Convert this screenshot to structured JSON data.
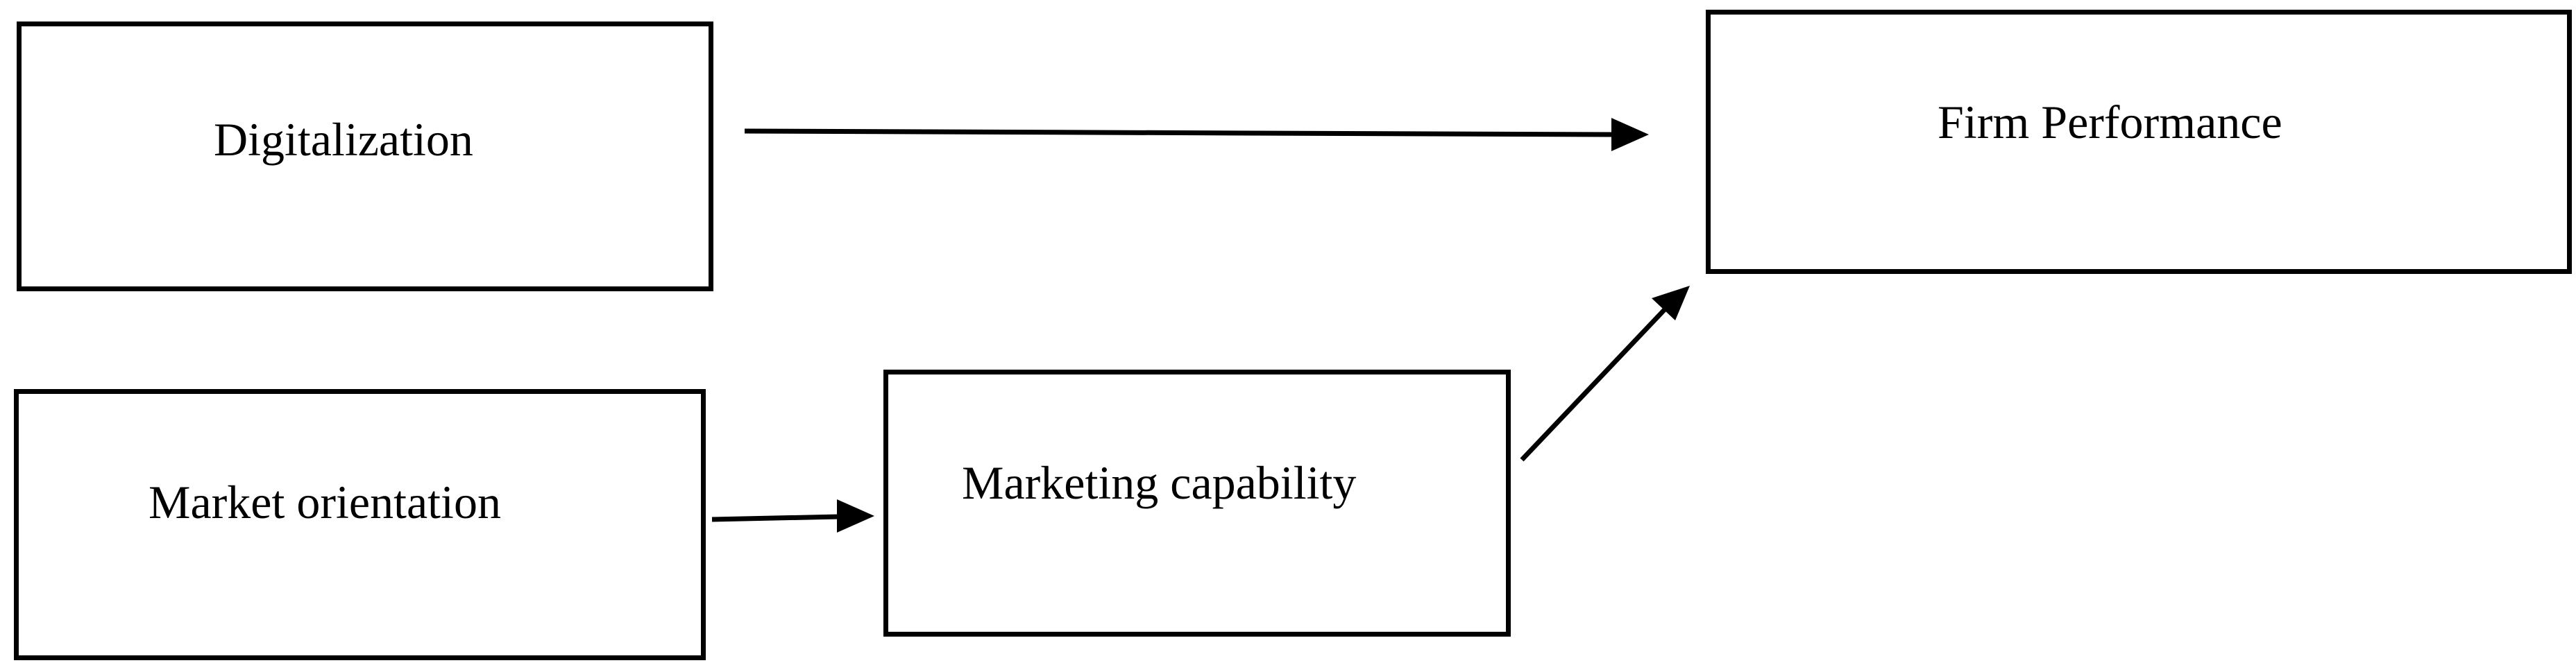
{
  "diagram": {
    "nodes": {
      "digitalization": {
        "label": "Digitalization"
      },
      "market_orientation": {
        "label": "Market orientation"
      },
      "marketing_capability": {
        "label": "Marketing capability"
      },
      "firm_performance": {
        "label": "Firm Performance"
      }
    },
    "edges": [
      {
        "from": "digitalization",
        "to": "firm_performance"
      },
      {
        "from": "market_orientation",
        "to": "marketing_capability"
      },
      {
        "from": "marketing_capability",
        "to": "firm_performance"
      }
    ]
  }
}
